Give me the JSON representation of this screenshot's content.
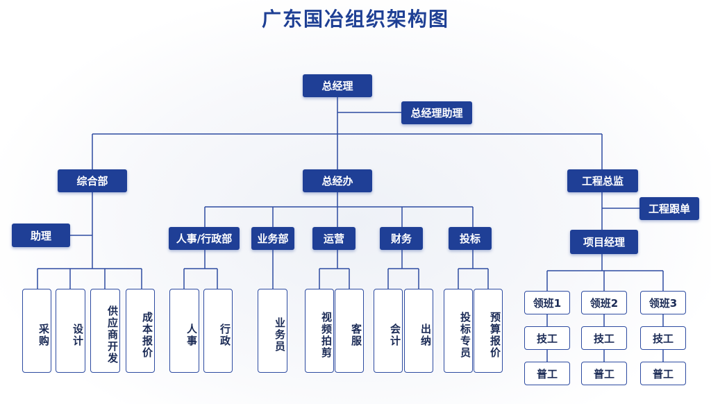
{
  "title": "广东国冶组织架构图",
  "colors": {
    "node_fill": "#1f3f96",
    "line": "#2c4aa0",
    "title": "#1e3f94"
  },
  "nodes": {
    "gm": "总经理",
    "gm_assistant": "总经理助理",
    "general_dept": "综合部",
    "gm_office": "总经办",
    "eng_director": "工程总监",
    "assistant": "助理",
    "hr_admin": "人事/行政部",
    "business": "业务部",
    "operations": "运营",
    "finance": "财务",
    "bidding": "投标",
    "eng_follow": "工程跟单",
    "project_manager": "项目经理"
  },
  "leaves": {
    "procurement": "采购",
    "design": "设计",
    "supplier_dev": "供应商开发",
    "cost_quote": "成本报价",
    "personnel": "人事",
    "admin": "行政",
    "salesperson": "业务员",
    "video": "视频拍剪",
    "customer_service": "客服",
    "accountant": "会计",
    "cashier": "出纳",
    "bid_specialist": "投标专员",
    "budget_quote": "预算报价",
    "foreman1": "领班1",
    "foreman2": "领班2",
    "foreman3": "领班3",
    "tech1": "技工",
    "tech2": "技工",
    "tech3": "技工",
    "worker1": "普工",
    "worker2": "普工",
    "worker3": "普工"
  }
}
